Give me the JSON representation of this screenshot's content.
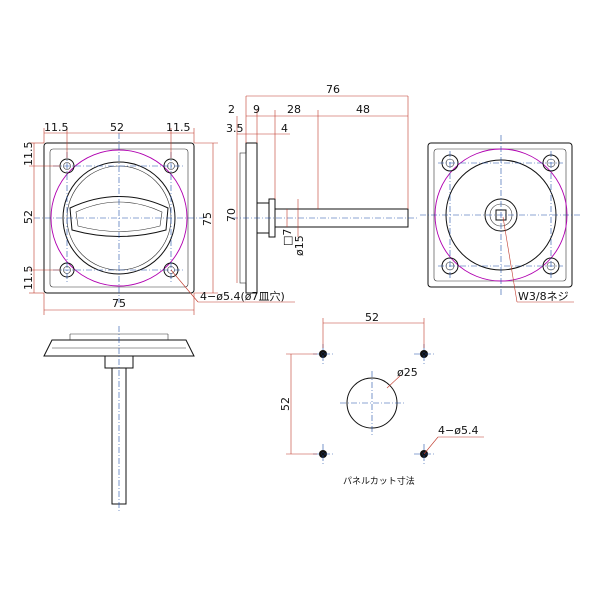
{
  "front_view": {
    "dims": {
      "width_label": "75",
      "height_label": "75",
      "top_left": "11.5",
      "top_mid": "52",
      "top_right": "11.5",
      "left_top": "11.5",
      "left_mid": "52",
      "left_bottom": "11.5"
    },
    "hole_note": "4−ø5.4(ø7皿穴)"
  },
  "side_view": {
    "dims": {
      "d2": "2",
      "d9": "9",
      "d28": "28",
      "d48": "48",
      "d76": "76",
      "d35": "3.5",
      "d4": "4",
      "d70": "70",
      "d7": "□7",
      "d15": "ø15"
    }
  },
  "back_view": {
    "screw_note": "W3/8ネジ"
  },
  "panel_cut": {
    "dims": {
      "w52": "52",
      "h52": "52",
      "center_hole": "ø25",
      "holes": "4−ø5.4"
    },
    "caption": "パネルカット寸法"
  }
}
